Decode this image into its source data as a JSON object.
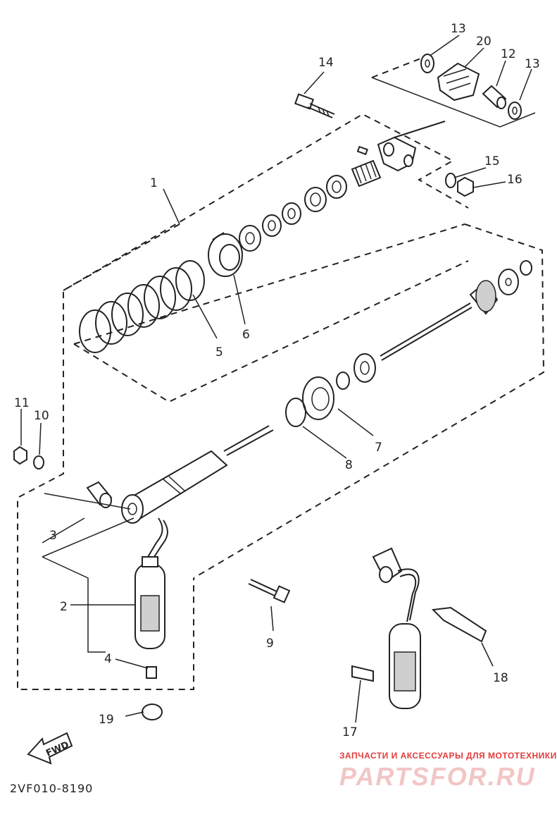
{
  "diagram": {
    "callouts": [
      {
        "id": "c1",
        "label": "1"
      },
      {
        "id": "c2",
        "label": "2"
      },
      {
        "id": "c3",
        "label": "3"
      },
      {
        "id": "c4",
        "label": "4"
      },
      {
        "id": "c5",
        "label": "5"
      },
      {
        "id": "c6",
        "label": "6"
      },
      {
        "id": "c7",
        "label": "7"
      },
      {
        "id": "c8",
        "label": "8"
      },
      {
        "id": "c9",
        "label": "9"
      },
      {
        "id": "c10",
        "label": "10"
      },
      {
        "id": "c11",
        "label": "11"
      },
      {
        "id": "c12",
        "label": "12"
      },
      {
        "id": "c13a",
        "label": "13"
      },
      {
        "id": "c13b",
        "label": "13"
      },
      {
        "id": "c14",
        "label": "14"
      },
      {
        "id": "c15",
        "label": "15"
      },
      {
        "id": "c16",
        "label": "16"
      },
      {
        "id": "c17",
        "label": "17"
      },
      {
        "id": "c18",
        "label": "18"
      },
      {
        "id": "c19",
        "label": "19"
      },
      {
        "id": "c20",
        "label": "20"
      }
    ],
    "fwd_label": "FWD",
    "drawing_code": "2VF010-8190"
  },
  "watermark": {
    "tagline": "ЗАПЧАСТИ И АКСЕССУАРЫ ДЛЯ МОТОТЕХНИКИ",
    "logo": "PARTSFOR.RU",
    "color": "#e23b3b"
  }
}
